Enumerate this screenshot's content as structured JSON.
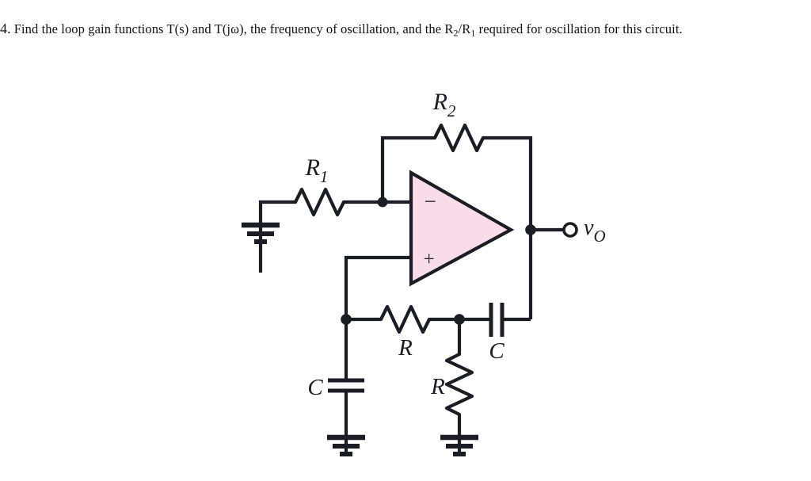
{
  "problem": {
    "number": "4.",
    "text_part1": "Find the loop gain functions T(s)  and T(jω), the frequency of oscillation, and the R",
    "sub1": "2",
    "text_part2": "/R",
    "sub2": "1",
    "text_part3": "  required for oscillation for this circuit."
  },
  "circuit": {
    "title": "op-amp Wien-bridge style oscillator",
    "opamp": {
      "fill_color": "#f9dce7",
      "stroke_color": "#1c1c24",
      "inverting_label": "−",
      "noninverting_label": "+"
    },
    "labels": {
      "r2": "R",
      "r2_sub": "2",
      "r1": "R",
      "r1_sub": "1",
      "r_series": "R",
      "r_shunt": "R",
      "c_series": "C",
      "c_shunt": "C",
      "vout": "v",
      "vout_sub": "O"
    },
    "components": [
      {
        "name": "R1",
        "type": "resistor",
        "orientation": "horizontal",
        "label": "R1"
      },
      {
        "name": "R2",
        "type": "resistor",
        "orientation": "horizontal",
        "label": "R2"
      },
      {
        "name": "R-series",
        "type": "resistor",
        "orientation": "horizontal",
        "label": "R"
      },
      {
        "name": "R-shunt",
        "type": "resistor",
        "orientation": "vertical",
        "label": "R"
      },
      {
        "name": "C-series",
        "type": "capacitor",
        "orientation": "vertical-plates",
        "label": "C"
      },
      {
        "name": "C-shunt",
        "type": "capacitor",
        "orientation": "horizontal-plates",
        "label": "C"
      },
      {
        "name": "ground-left",
        "type": "ground"
      },
      {
        "name": "ground-c-shunt",
        "type": "ground"
      },
      {
        "name": "ground-r-shunt",
        "type": "ground"
      },
      {
        "name": "output-terminal",
        "type": "open-terminal",
        "label": "vO"
      }
    ],
    "colors": {
      "wire": "#1c1c24",
      "opamp_fill": "#f9dce7",
      "background": "#ffffff"
    }
  }
}
